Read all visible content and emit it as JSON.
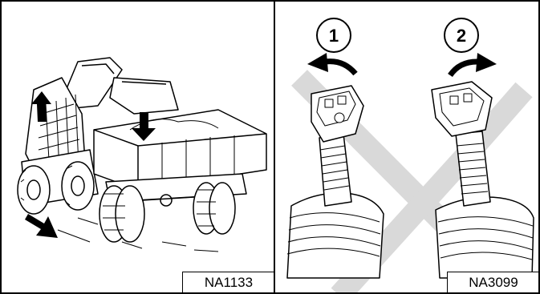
{
  "left_panel": {
    "ref_code": "NA1133",
    "icons": [
      "skid-steer-loader-illustration",
      "dump-truck-illustration",
      "arrow-up-icon",
      "arrow-down-icon",
      "arrow-down-right-icon"
    ]
  },
  "right_panel": {
    "ref_code": "NA3099",
    "control_1": {
      "number": "1",
      "direction": "left"
    },
    "control_2": {
      "number": "2",
      "direction": "right"
    },
    "icons": [
      "joystick-left-illustration",
      "joystick-right-illustration",
      "rotate-left-arrow-icon",
      "rotate-right-arrow-icon"
    ]
  },
  "colors": {
    "line": "#000000",
    "watermark": "#d9d9d9",
    "background": "#ffffff"
  }
}
